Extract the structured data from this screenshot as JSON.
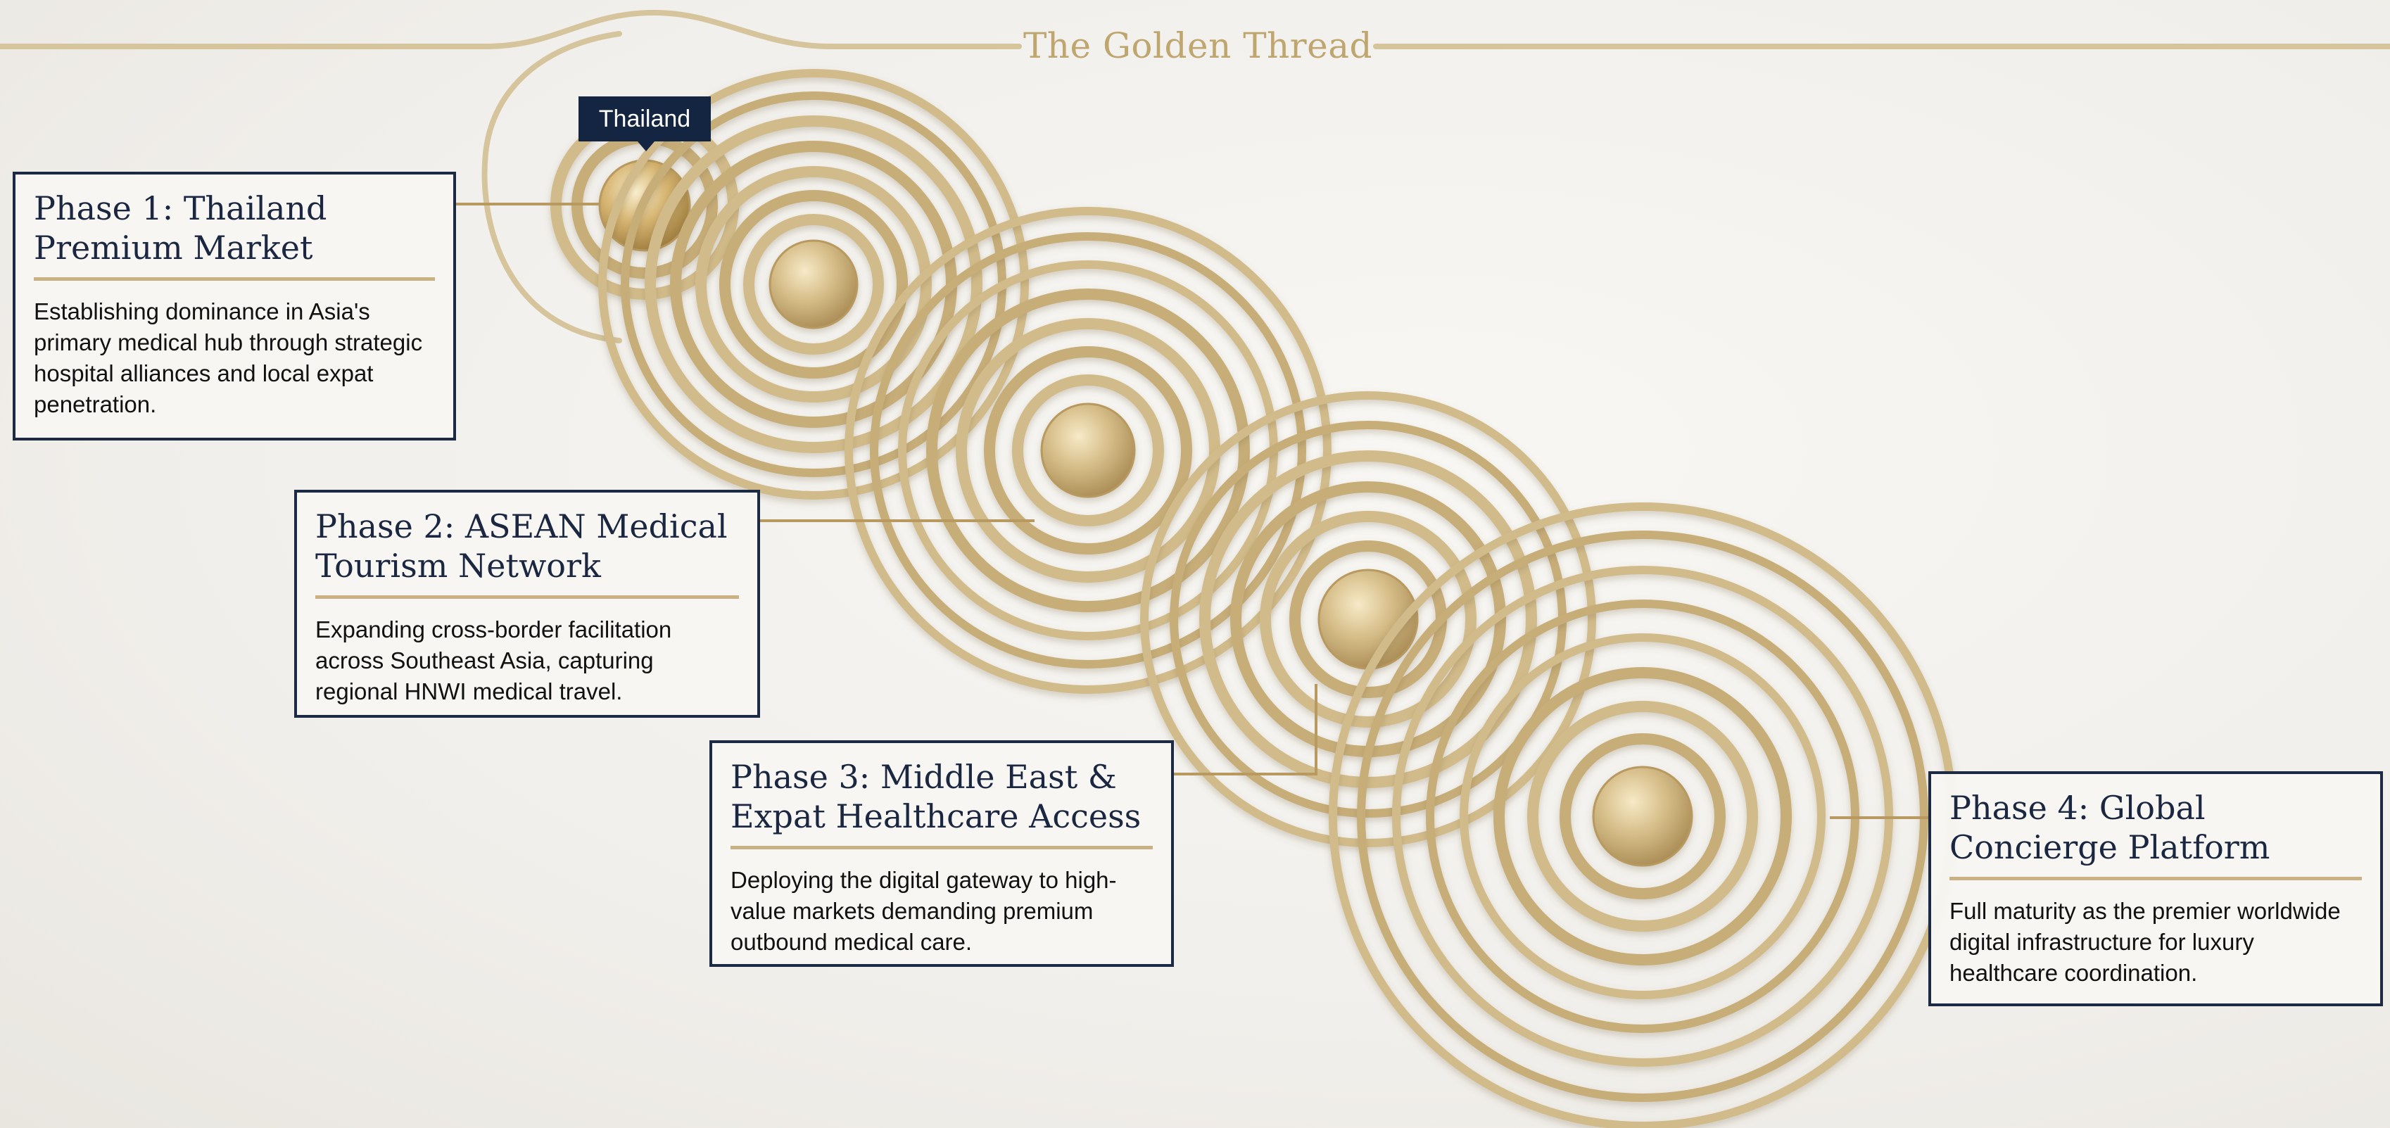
{
  "title": "The Golden Thread",
  "marker": {
    "label": "Thailand"
  },
  "phases": [
    {
      "title": "Phase 1: Thailand Premium Market",
      "description": "Establishing dominance in Asia's primary medical hub through strategic hospital alliances and local expat penetration."
    },
    {
      "title": "Phase 2: ASEAN Medical Tourism Network",
      "description": "Expanding cross-border facilitation across Southeast Asia, capturing regional HNWI medical travel."
    },
    {
      "title": "Phase 3: Middle East & Expat Healthcare Access",
      "description": "Deploying the digital gateway to high-value markets demanding premium outbound medical care."
    },
    {
      "title": "Phase 4: Global Concierge Platform",
      "description": "Full maturity as the premier worldwide digital infrastructure for luxury healthcare coordination."
    }
  ],
  "colors": {
    "gold": "#c9b183",
    "navy": "#1b2740",
    "background": "#f4f2ee"
  }
}
